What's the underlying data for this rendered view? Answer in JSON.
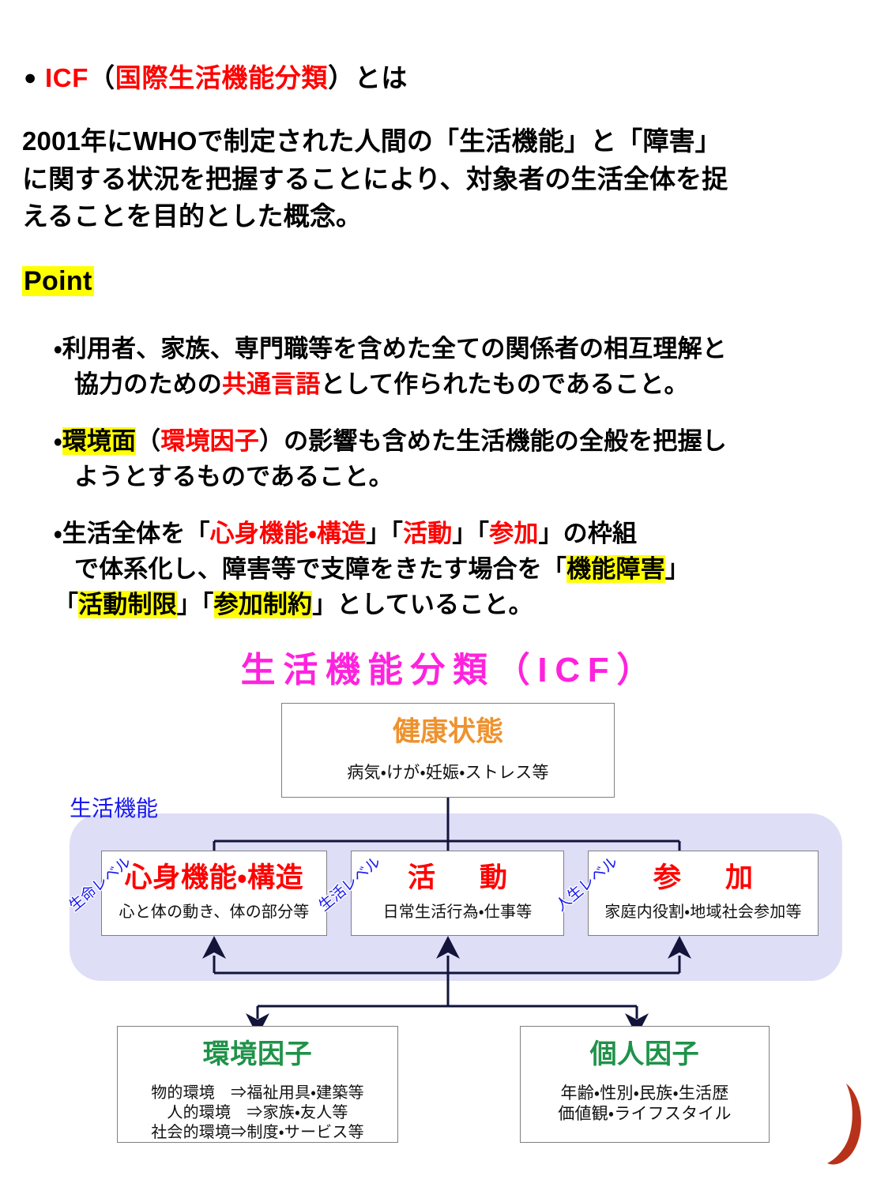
{
  "heading": {
    "bullet": "●",
    "acronym": "ICF",
    "paren_open": "（",
    "jp_name": "国際生活機能分類",
    "paren_close": "）",
    "suffix": "とは"
  },
  "intro": {
    "line1": "2001年にWHOで制定された人間の「生活機能」と「障害」",
    "line2": "に関する状況を把握することにより、対象者の生活全体を捉",
    "line3": "えることを目的とした概念。"
  },
  "point": {
    "label": "Point",
    "bullets": [
      {
        "marker": "・",
        "line1_a": "利用者、家族、専門職等を含めた全ての関係者の相互理解と",
        "line2_a": "協力のための",
        "line2_red": "共通言語",
        "line2_b": "として作られたものであること。"
      },
      {
        "marker": "・",
        "hl1": "環境面",
        "a": "（",
        "red1": "環境因子",
        "b": "）の影響も含めた生活機能の全般を把握し",
        "line2": "ようとするものであること。"
      },
      {
        "marker": "・",
        "l1_a": "生活全体を「",
        "l1_red1": "心身機能・構造",
        "l1_b": "」「",
        "l1_red2": "活動",
        "l1_c": "」「",
        "l1_red3": "参加",
        "l1_d": "」の枠組",
        "l2_a": "で体系化し、障害等で支障をきたす場合を「",
        "l2_hl": "機能障害",
        "l2_b": "」",
        "l3_a": "「",
        "l3_hl1": "活動制限",
        "l3_b": "」「",
        "l3_hl2": "参加制約",
        "l3_c": "」としていること。"
      }
    ]
  },
  "diagram": {
    "title": "生活機能分類（ICF）",
    "group_label": "生活機能",
    "health": {
      "title": "健康状態",
      "sub": "病気・けが・妊娠・ストレス等"
    },
    "middle": [
      {
        "level": "生命レベル",
        "title": "心身機能・構造",
        "sub": "心と体の動き、体の部分等"
      },
      {
        "level": "生活レベル",
        "title": "活　動",
        "sub": "日常生活行為・仕事等"
      },
      {
        "level": "人生レベル",
        "title": "参　加",
        "sub": "家庭内役割・地域社会参加等"
      }
    ],
    "bottom": [
      {
        "title": "環境因子",
        "lines": [
          "物的環境　⇒福祉用具・建築等",
          "人的環境　⇒家族・友人等",
          "社会的環境⇒制度・サービス等"
        ]
      },
      {
        "title": "個人因子",
        "lines": [
          "年齢・性別・民族・生活歴",
          "価値観・ライフスタイル"
        ]
      }
    ]
  },
  "colors": {
    "red": "#ff0000",
    "highlight": "#ffff00",
    "magenta": "#ff22dd",
    "orange": "#ee922e",
    "green": "#1f9249",
    "blue": "#1717ee",
    "panel": "#dedef7",
    "logo": "#b7321a"
  }
}
